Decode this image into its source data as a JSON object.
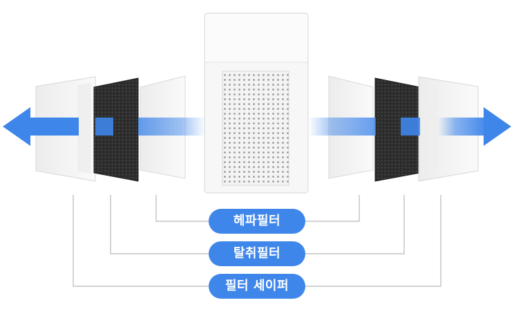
{
  "labels": {
    "hepa": "헤파필터",
    "deodorizing": "탈취필터",
    "pre": "필터 세이퍼"
  },
  "icons": {
    "left_arrow": "arrow-left-icon",
    "right_arrow": "arrow-right-icon"
  },
  "colors": {
    "accent_blue": "#3f86ea",
    "arrow_blue": "#3f86ea",
    "line_gray": "#b8b8b8",
    "purifier_white": "#f7f7f7",
    "carbon_black": "#2c2c2c"
  }
}
